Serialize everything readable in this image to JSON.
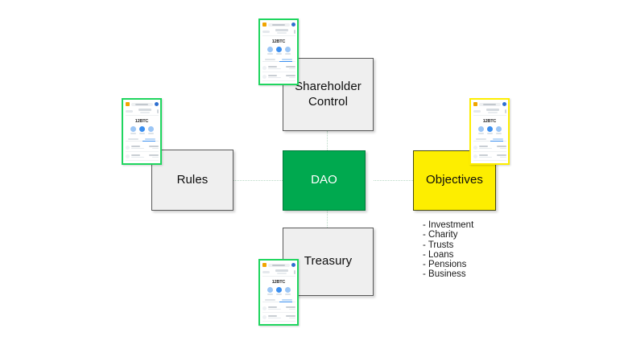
{
  "diagram": {
    "nodes": [
      {
        "id": "shareholder-control",
        "label": "Shareholder\nControl"
      },
      {
        "id": "rules",
        "label": "Rules"
      },
      {
        "id": "dao",
        "label": "DAO"
      },
      {
        "id": "objectives",
        "label": "Objectives"
      },
      {
        "id": "treasury",
        "label": "Treasury"
      }
    ],
    "objectives_list": [
      "- Investment",
      "- Charity",
      "- Trusts",
      "- Loans",
      "- Pensions",
      "- Business"
    ],
    "colors": {
      "hub_fill": "#00a94f",
      "node_fill": "#efefef",
      "node_border": "#595959",
      "objectives_fill": "#fdee00",
      "connector": "#b9d9c6",
      "mockup_border_green": "#1fd65f",
      "mockup_border_yellow": "#fdee00"
    }
  },
  "mockups": [
    {
      "id": "mockup-shareholder-control",
      "border": "green",
      "balance": "12BTC"
    },
    {
      "id": "mockup-rules",
      "border": "green",
      "balance": "12BTC"
    },
    {
      "id": "mockup-objectives",
      "border": "yellow",
      "balance": "12BTC"
    },
    {
      "id": "mockup-treasury",
      "border": "green",
      "balance": "12BTC"
    }
  ]
}
